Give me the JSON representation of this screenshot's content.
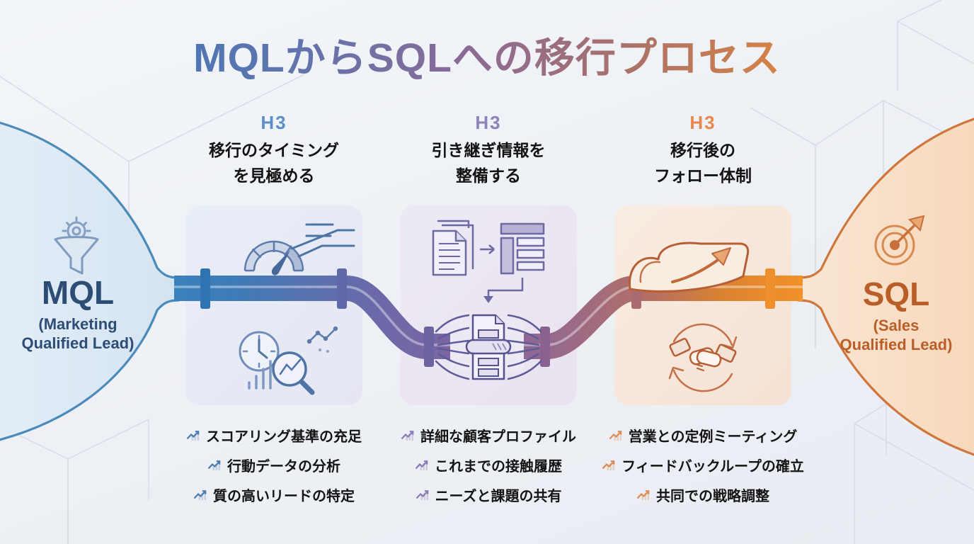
{
  "title": "MQLからSQLへの移行プロセス",
  "left_endpoint": {
    "label": "MQL",
    "sublabel": "(Marketing\nQualified Lead)"
  },
  "right_endpoint": {
    "label": "SQL",
    "sublabel": "(Sales\nQualified Lead)"
  },
  "sections": [
    {
      "tag": "H3",
      "heading": "移行のタイミング\nを見極める",
      "accent": "#5b8fc6",
      "items": [
        "スコアリング基準の充足",
        "行動データの分析",
        "質の高いリードの特定"
      ]
    },
    {
      "tag": "H3",
      "heading": "引き継ぎ情報を\n整備する",
      "accent": "#8d83bb",
      "items": [
        "詳細な顧客プロファイル",
        "これまでの接触履歴",
        "ニーズと課題の共有"
      ]
    },
    {
      "tag": "H3",
      "heading": "移行後の\nフォロー体制",
      "accent": "#e8884e",
      "items": [
        "営業との定例ミーティング",
        "フィードバックループの確立",
        "共同での戦略調整"
      ]
    }
  ],
  "icons": {
    "left_endpoint": "funnel-gear-icon",
    "right_endpoint": "target-arrow-icon",
    "card1_top": "gauge-icon",
    "card1_bottom": "clock-magnifier-analytics-icon",
    "card2_top": "documents-to-table-icon",
    "card2_middle": "compressed-document-icon",
    "card3_top": "flowing-page-arrow-icon",
    "card3_bottom": "handshake-cycle-icon",
    "list_bullet": "trend-chart-icon"
  },
  "colors": {
    "title_gradient": [
      "#3c7ab8",
      "#8b6b95",
      "#ee8b33"
    ],
    "pipe_gradient": [
      "#3a82bd",
      "#6f68a8",
      "#a06b80",
      "#f39129"
    ],
    "mql_text": "#2d4d74",
    "sql_text": "#b95e28",
    "h3_blue": "#5b8fc6",
    "h3_purple": "#8d83bb",
    "h3_orange": "#e8884e",
    "left_funnel_stroke": "#4c8ab9",
    "right_funnel_stroke": "#cf763c"
  }
}
